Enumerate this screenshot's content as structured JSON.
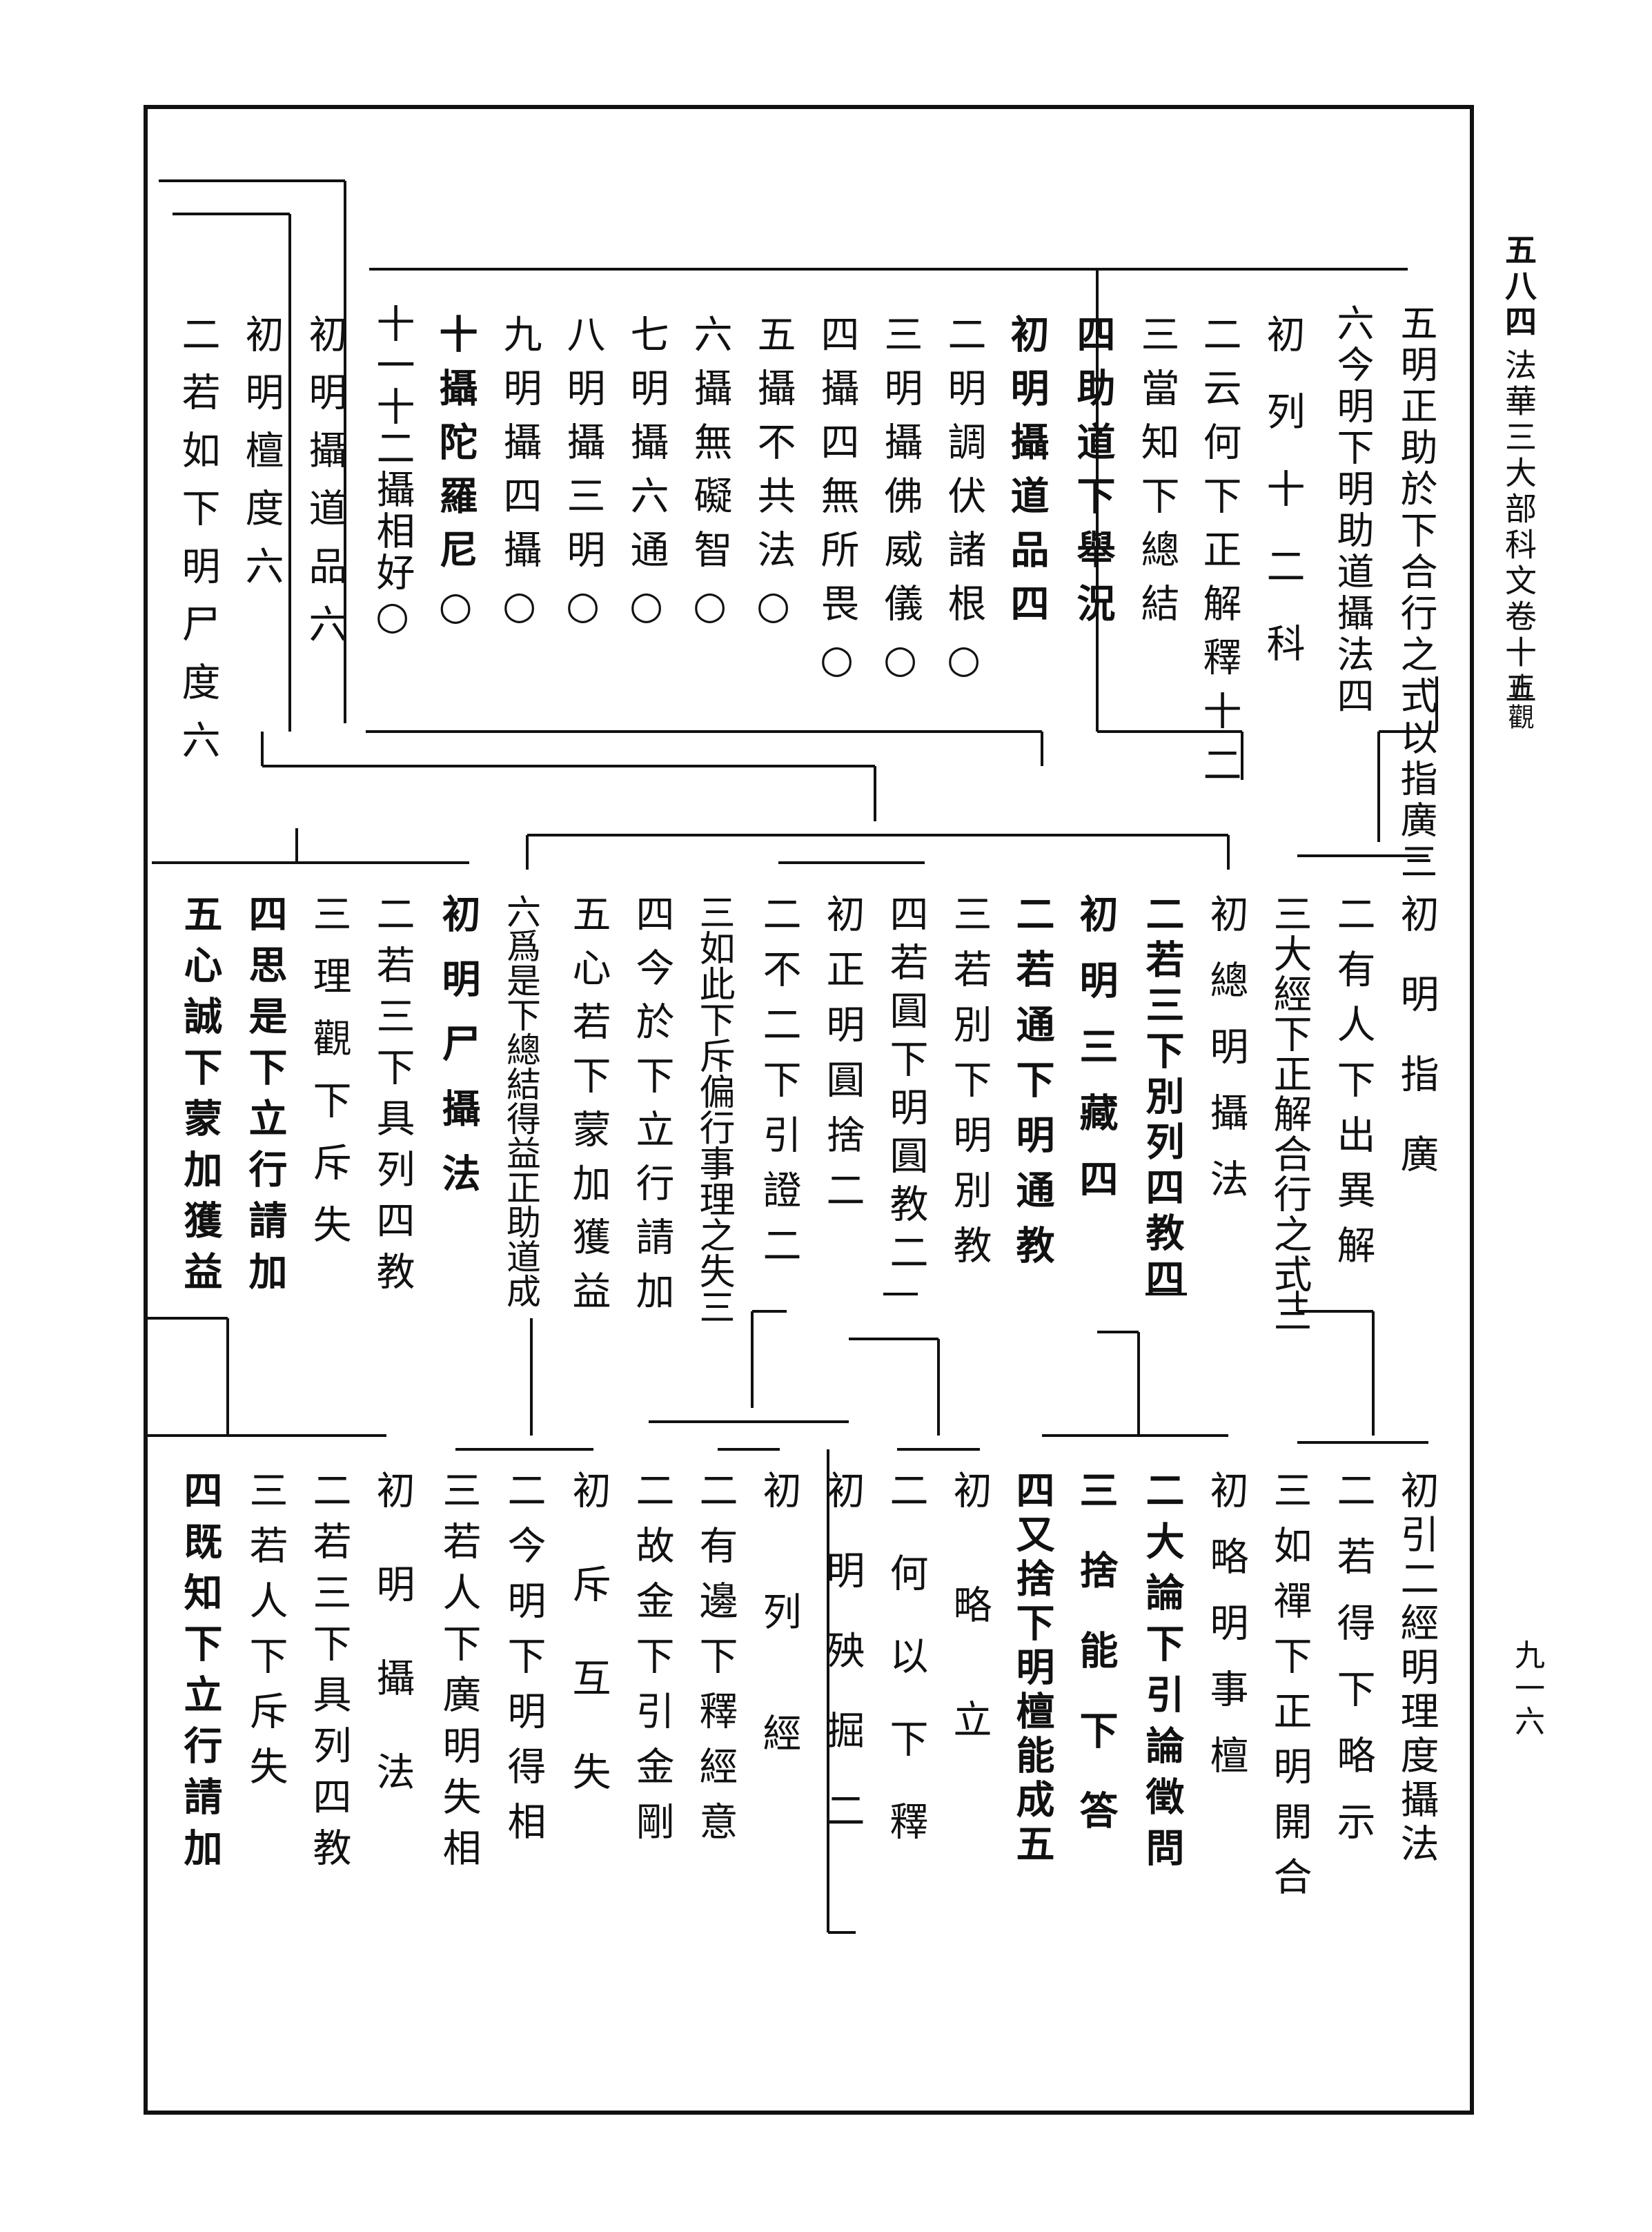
{
  "header": {
    "vol_label": "五八四",
    "title": "法華三大部科文卷十五",
    "sub": "止觀"
  },
  "page_number": "九一六",
  "row1": [
    "五明正助於下合行之式以指廣三",
    "六今明下明助道攝法四",
    "初列十二科",
    "二云何下正解釋十二",
    "三當知下總結",
    "四助道下舉況",
    "初明攝道品四",
    "二明調伏諸根○",
    "三明攝佛威儀○",
    "四攝四無所畏○",
    "五攝不共法○",
    "六攝無礙智○",
    "七明攝六通○",
    "八明攝三明○",
    "九明攝四攝○",
    "十攝陀羅尼○",
    "十一十二攝相好○",
    "初明攝道品六",
    "初明檀度六",
    "二若如下明尸度六"
  ],
  "row2": [
    "初明指廣",
    "二有人下出異解",
    "三大經下正解合行之式三",
    "初總明攝法",
    "二若三下別列四教四",
    "初明三藏四",
    "二若通下明通教",
    "三若別下明別教",
    "四若圓下明圓教二",
    "初正明圓捨二",
    "二不二下引證二",
    "三如此下斥偏行事理之失三",
    "四今於下立行請加",
    "五心若下蒙加獲益",
    "六爲是下總結得益正助道成",
    "初明尸攝法",
    "二若三下具列四教",
    "三理觀下斥失",
    "四思是下立行請加",
    "五心誠下蒙加獲益"
  ],
  "row3": [
    "初引二經明理度攝法",
    "二若得下略示",
    "三如禪下正明開合",
    "初略明事檀",
    "二大論下引論徵問",
    "三捨能下答",
    "四又捨下明檀能成五",
    "初略立",
    "二何以下釋",
    "初明殃掘二",
    "初列經",
    "二有邊下釋經意",
    "二故金下引金剛",
    "初斥互失",
    "二今明下明得相",
    "三若人下廣明失相",
    "初明攝法",
    "二若三下具列四教",
    "三若人下斥失",
    "四既知下立行請加"
  ]
}
